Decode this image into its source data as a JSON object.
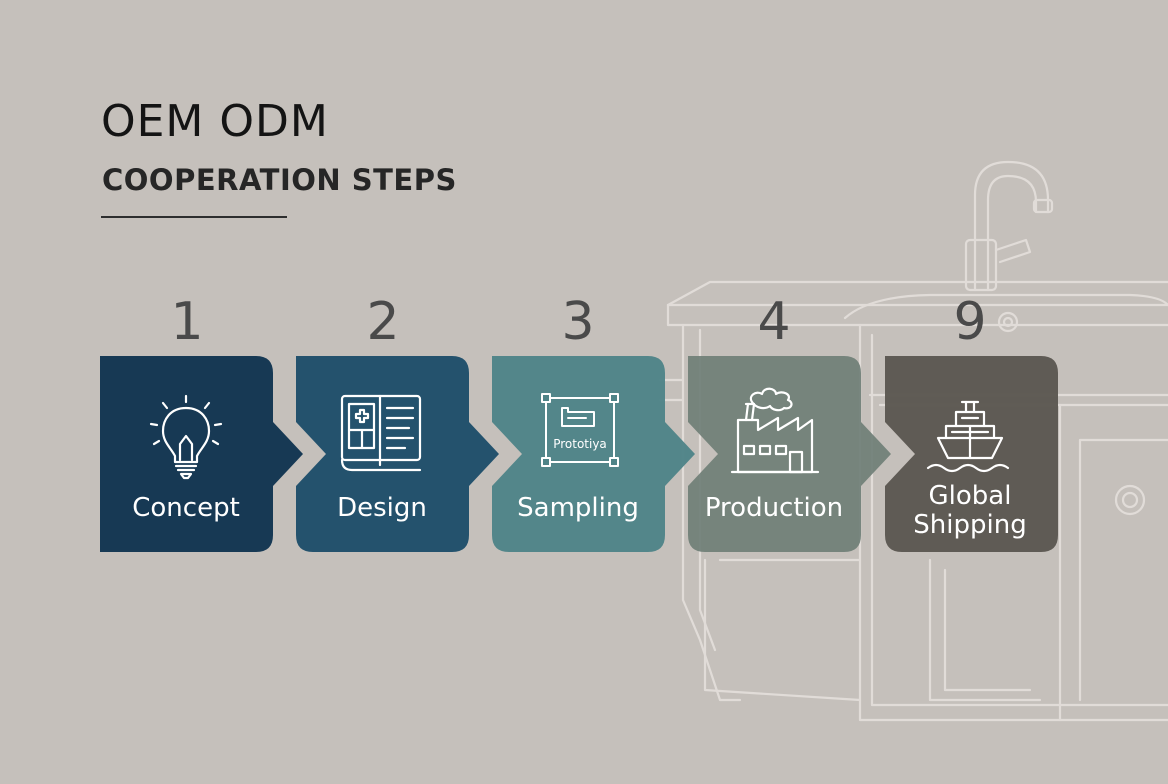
{
  "header": {
    "title": "OEM ODM",
    "subtitle": "COOPERATION STEPS"
  },
  "steps": [
    {
      "number": "1",
      "label": "Concept",
      "icon": "lightbulb-icon",
      "color": "#133652"
    },
    {
      "number": "2",
      "label": "Design",
      "icon": "blueprint-icon",
      "color": "#21506b"
    },
    {
      "number": "3",
      "label": "Sampling",
      "icon": "prototype-icon",
      "color": "#4f8488",
      "icon_text": "Prototiya"
    },
    {
      "number": "4",
      "label": "Production",
      "icon": "factory-icon",
      "color": "#707f77"
    },
    {
      "number": "9",
      "label": "Global Shipping",
      "icon": "ship-icon",
      "color": "#5c5852"
    }
  ],
  "colors": {
    "background": "#c5c0bb",
    "number_text": "#4a4a4a",
    "title_text": "#141414"
  }
}
